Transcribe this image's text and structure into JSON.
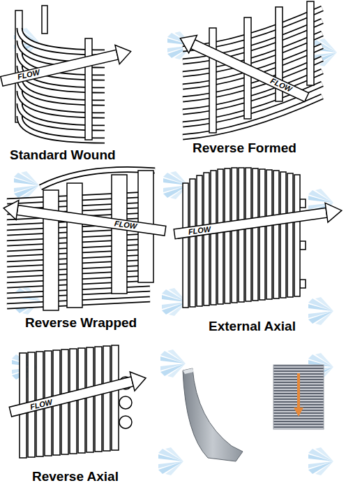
{
  "diagram": {
    "labels": [
      "FLOW",
      "Standard Wound",
      "FLOW",
      "Reverse Formed",
      "FLOW",
      "Reverse Wrapped",
      "FLOW",
      "External Axial",
      "FLOW",
      "Reverse Axial"
    ]
  }
}
